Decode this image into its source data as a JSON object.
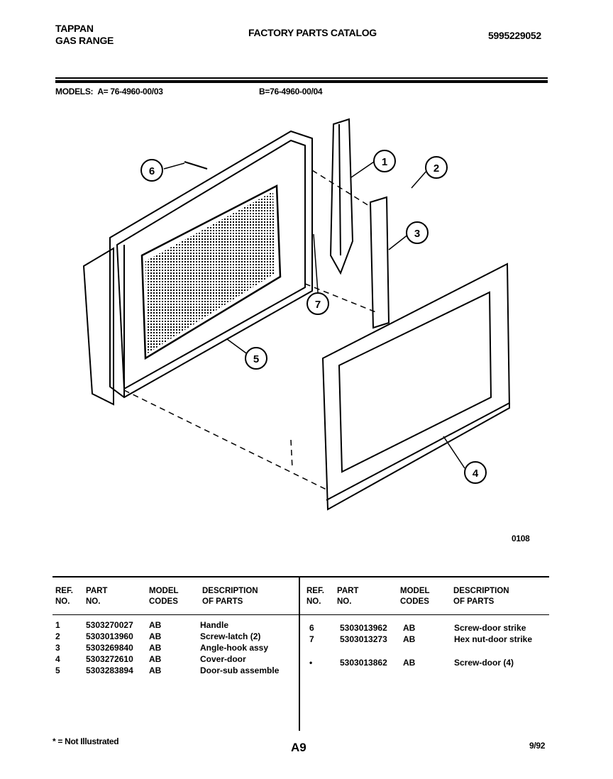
{
  "header": {
    "brand": "TAPPAN",
    "product": "GAS RANGE",
    "title": "FACTORY PARTS CATALOG",
    "catalog_number": "5995229052"
  },
  "models": {
    "label": "MODELS:",
    "a": "A= 76-4960-00/03",
    "b": "B=76-4960-00/04"
  },
  "diagram": {
    "callouts": [
      "1",
      "2",
      "3",
      "4",
      "5",
      "6",
      "7"
    ],
    "figure_code": "0108"
  },
  "table": {
    "headers": {
      "ref": [
        "REF.",
        "NO."
      ],
      "part": [
        "PART",
        "NO."
      ],
      "model": [
        "MODEL",
        "CODES"
      ],
      "desc": [
        "DESCRIPTION",
        "OF PARTS"
      ]
    },
    "left_rows": [
      {
        "ref": "1",
        "part": "5303270027",
        "codes": "AB",
        "desc": "Handle"
      },
      {
        "ref": "2",
        "part": "5303013960",
        "codes": "AB",
        "desc": "Screw-latch (2)"
      },
      {
        "ref": "3",
        "part": "5303269840",
        "codes": "AB",
        "desc": "Angle-hook assy"
      },
      {
        "ref": "4",
        "part": "5303272610",
        "codes": "AB",
        "desc": "Cover-door"
      },
      {
        "ref": "5",
        "part": "5303283894",
        "codes": "AB",
        "desc": "Door-sub assemble"
      }
    ],
    "right_rows": [
      {
        "ref": "6",
        "part": "5303013962",
        "codes": "AB",
        "desc": "Screw-door strike"
      },
      {
        "ref": "7",
        "part": "5303013273",
        "codes": "AB",
        "desc": "Hex nut-door strike"
      },
      {
        "ref": "•",
        "part": "5303013862",
        "codes": "AB",
        "desc": "Screw-door (4)"
      }
    ]
  },
  "footer": {
    "note": "* = Not Illustrated",
    "page": "A9",
    "date": "9/92"
  }
}
